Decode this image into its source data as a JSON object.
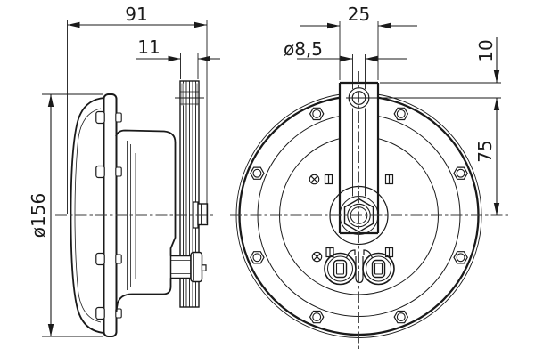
{
  "drawing": {
    "type": "technical-drawing-two-views",
    "subject": "disc-horn",
    "colors": {
      "line": "#1a1a1a",
      "centerline": "#3a3a3a",
      "pad": "#b8b8b8",
      "background": "#ffffff"
    },
    "dimensions": {
      "depth_overall": "91",
      "bracket_thickness": "11",
      "bracket_width": "25",
      "mounting_hole_diameter": "ø8,5",
      "hole_offset_top": "10",
      "hole_to_axis": "75",
      "body_diameter": "ø156"
    }
  }
}
